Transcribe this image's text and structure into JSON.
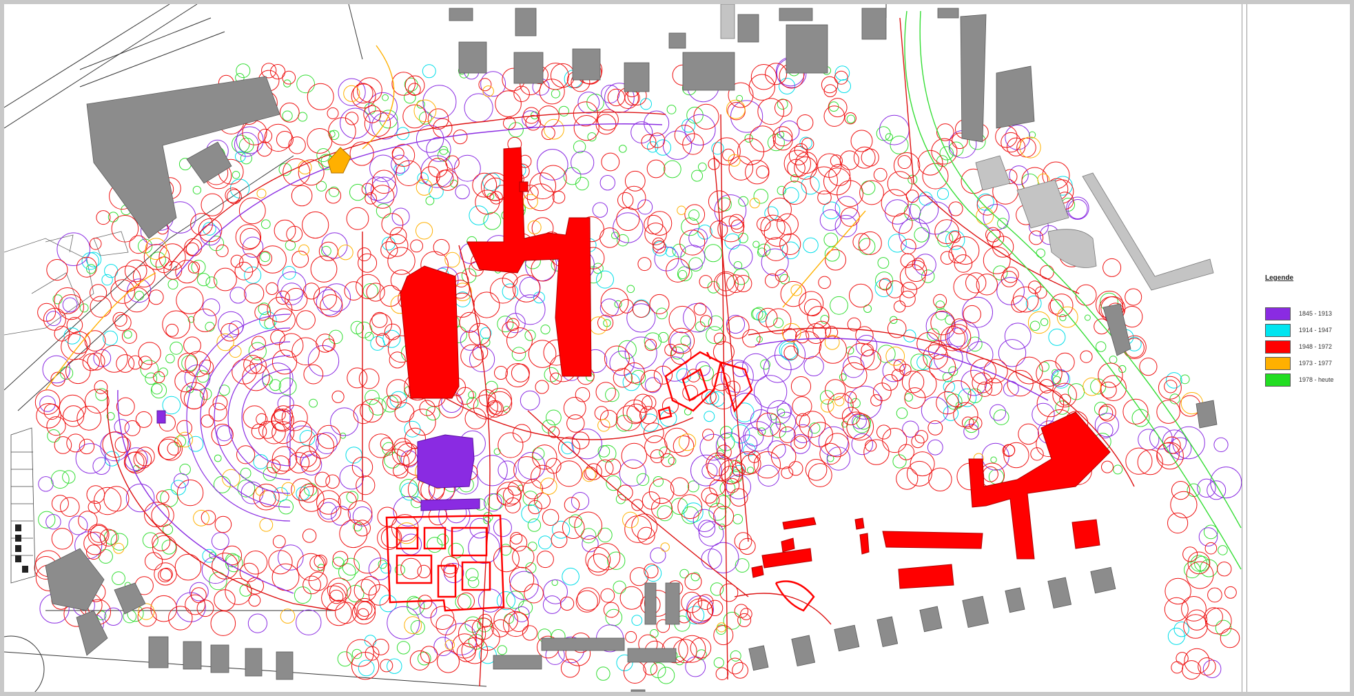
{
  "legend": {
    "title": "Legende",
    "items": [
      {
        "label": "1845 - 1913",
        "color": "#8a2be2"
      },
      {
        "label": "1914 - 1947",
        "color": "#00e5f0"
      },
      {
        "label": "1948 - 1972",
        "color": "#ff0000"
      },
      {
        "label": "1973 - 1977",
        "color": "#ffb000"
      },
      {
        "label": "1978 - heute",
        "color": "#22dd22"
      }
    ]
  },
  "colors": {
    "existing_building": "#8c8c8c",
    "existing_building_light": "#c4c4c4",
    "base_lines": "#333333"
  }
}
